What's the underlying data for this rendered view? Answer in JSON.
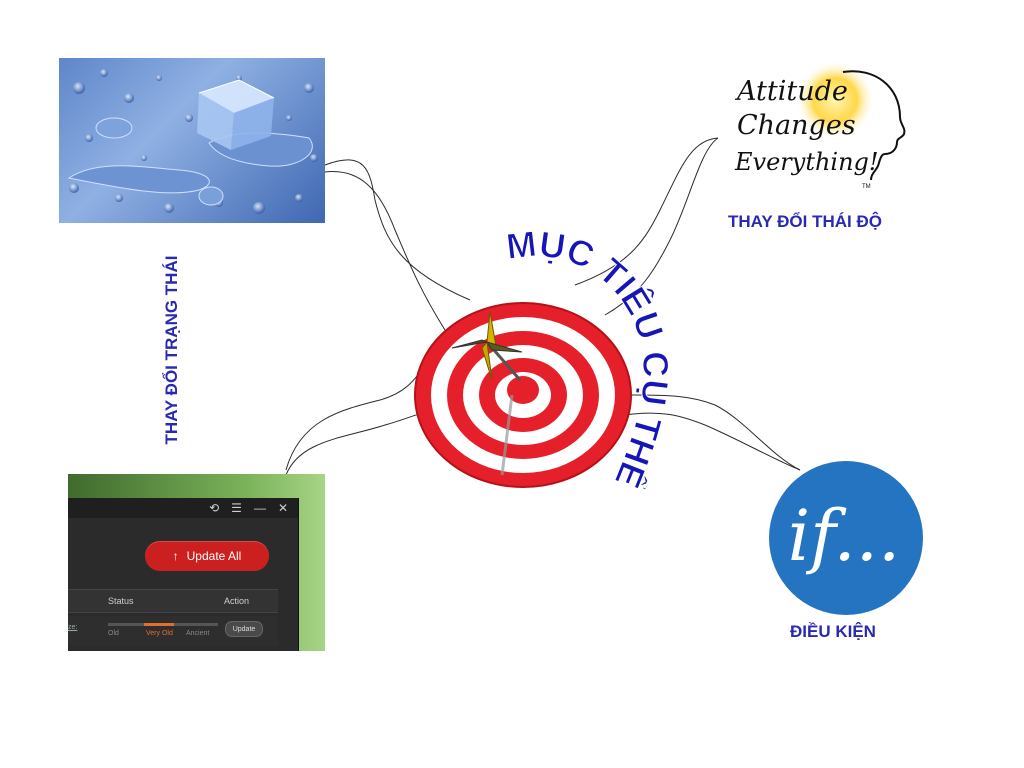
{
  "center_title": "MỤC TIÊU CỤ THỂ",
  "left_label": "THAY ĐỔI TRẠNG THÁI",
  "top_right_label": "THAY ĐỔI THÁI ĐỘ",
  "bottom_right_label": "ĐIỀU KIỆN",
  "attitude_logo": {
    "line1": "Attitude",
    "line2": "Changes",
    "line3": "Everything!",
    "tm": "TM"
  },
  "if_logo_text": "if...",
  "update_window": {
    "update_all_label": "Update All",
    "col_status": "Status",
    "col_action": "Action",
    "age_old": "Old",
    "age_very_old": "Very Old",
    "age_ancient": "Ancient",
    "row_action_label": "Update",
    "row_link": "ze:"
  },
  "colors": {
    "label_blue": "#2a2ab0",
    "title_blue": "#1515b8",
    "target_red": "#e5202a",
    "if_blue": "#2474c2"
  }
}
